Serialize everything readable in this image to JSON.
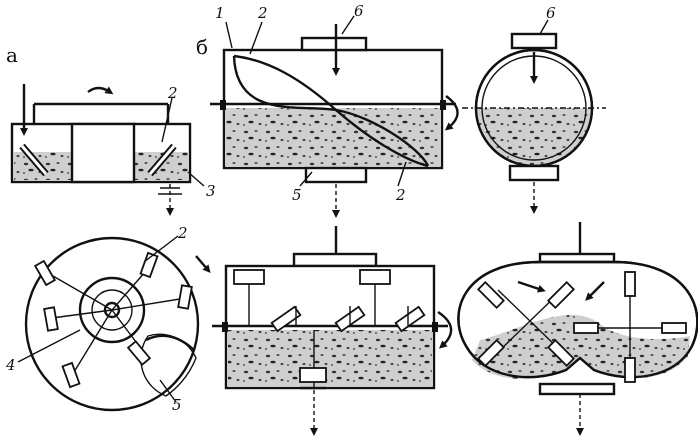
{
  "panels": {
    "a": "а",
    "b": "б"
  },
  "labels": {
    "n1": "1",
    "n2": "2",
    "n3": "3",
    "n4": "4",
    "n5": "5",
    "n6": "6"
  },
  "icons": {
    "flow_arrow": "down-arrow-icon",
    "rotation": "curved-arrow-icon"
  },
  "colors": {
    "ink": "#111111",
    "granular_fill": "#c9c9c9",
    "background": "#ffffff"
  }
}
